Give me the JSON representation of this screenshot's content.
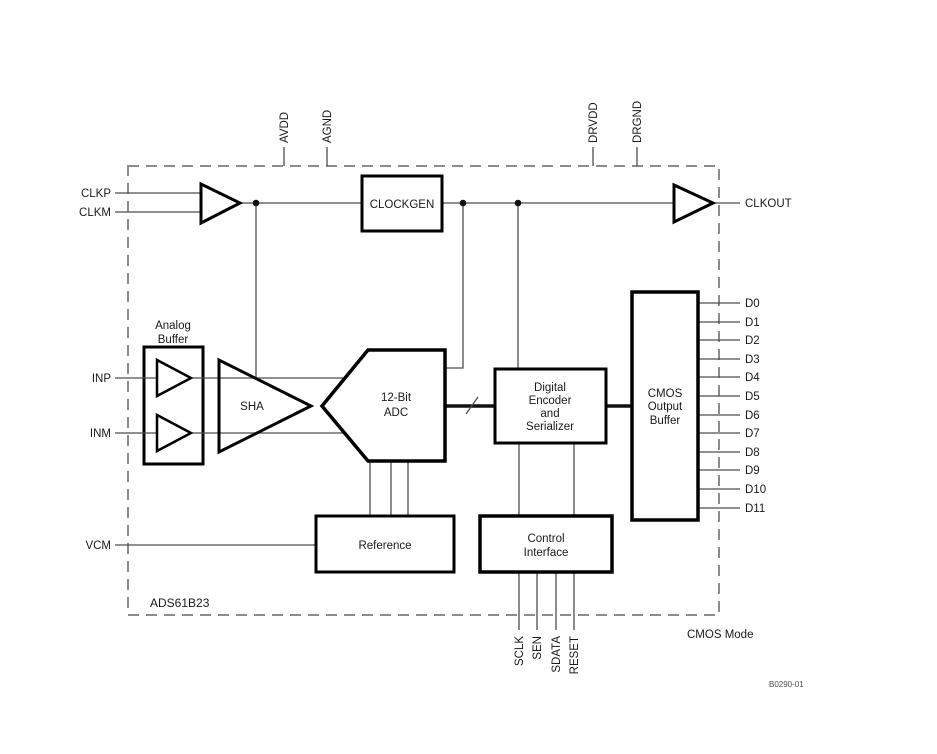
{
  "chip": {
    "part_number": "ADS61B23",
    "mode_label": "CMOS Mode",
    "figure_code": "B0290-01"
  },
  "blocks": {
    "clockgen": {
      "label": "CLOCKGEN"
    },
    "analog_buffer": {
      "label_line1": "Analog",
      "label_line2": "Buffer"
    },
    "sha": {
      "label": "SHA"
    },
    "adc": {
      "label_line1": "12-Bit",
      "label_line2": "ADC"
    },
    "digital_encoder": {
      "label_line1": "Digital",
      "label_line2": "Encoder",
      "label_line3": "and",
      "label_line4": "Serializer"
    },
    "cmos_output_buffer": {
      "label_line1": "CMOS",
      "label_line2": "Output",
      "label_line3": "Buffer"
    },
    "reference": {
      "label": "Reference"
    },
    "control_interface": {
      "label_line1": "Control",
      "label_line2": "Interface"
    }
  },
  "pins": {
    "top": [
      "AVDD",
      "AGND",
      "DRVDD",
      "DRGND"
    ],
    "left": [
      "CLKP",
      "CLKM",
      "INP",
      "INM",
      "VCM"
    ],
    "right": [
      "CLKOUT",
      "D0",
      "D1",
      "D2",
      "D3",
      "D4",
      "D5",
      "D6",
      "D7",
      "D8",
      "D9",
      "D10",
      "D11"
    ],
    "bottom": [
      "SCLK",
      "SEN",
      "SDATA",
      "RESET"
    ]
  },
  "colors": {
    "background": "#ffffff",
    "block_border": "#000000",
    "wire": "#4d4d4d",
    "bus": "#111111",
    "chip_outline": "#8c8c8c",
    "text": "#1a1a1a"
  }
}
